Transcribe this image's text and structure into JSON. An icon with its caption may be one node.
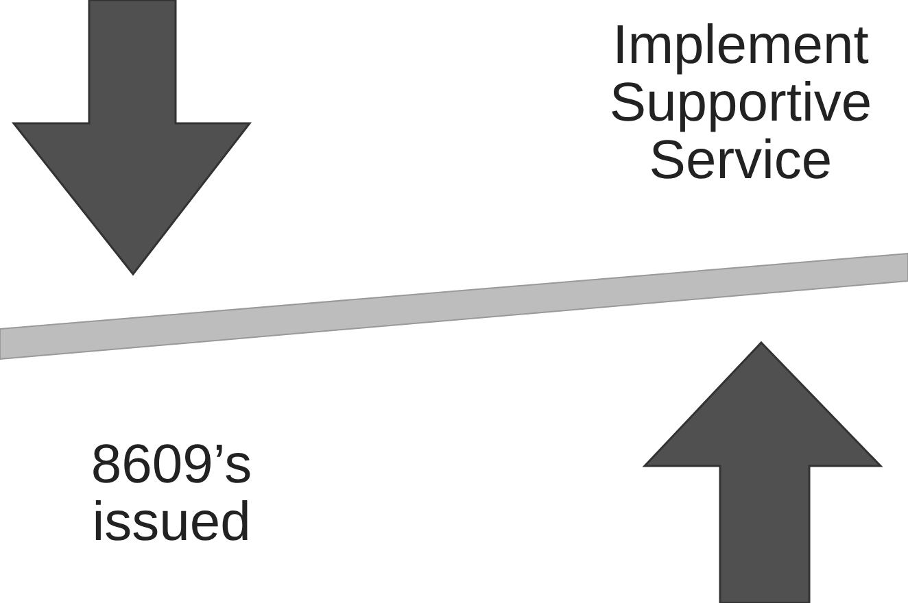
{
  "diagram": {
    "nodes": [
      {
        "text": [],
        "shape": "bar"
      }
    ],
    "labels": [
      "Implement Supportive Service",
      "8609’s issued"
    ]
  }
}
